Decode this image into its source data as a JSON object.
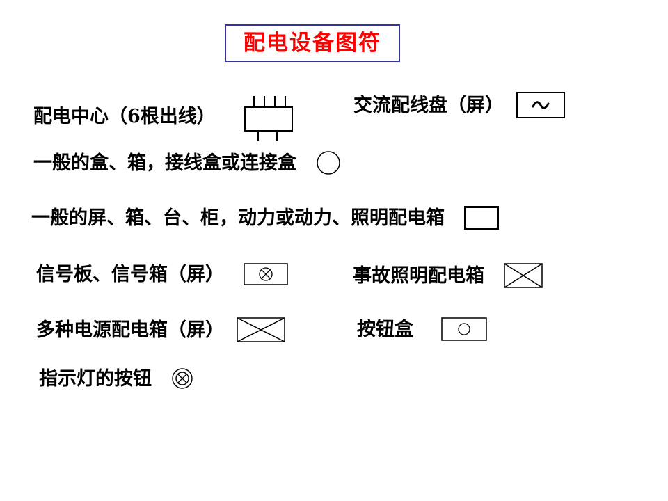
{
  "page": {
    "title": "配电设备图符",
    "title_color": "#ff0000",
    "title_border_color": "#333399",
    "background": "#ffffff",
    "line_color": "#000000"
  },
  "rows": [
    {
      "id": "row1",
      "label": "配电中心（6根出线）",
      "symbol": "rectangle-with-6-outgoing-lines",
      "symbol_name": "distribution-center-symbol"
    },
    {
      "id": "row1-right",
      "label": "交流配线盘（屏）",
      "symbol": "rectangle-with-tilde",
      "symbol_text": "~",
      "symbol_name": "ac-distribution-board-symbol"
    },
    {
      "id": "row2",
      "label": "一般的盒、箱，接线盒或连接盒",
      "symbol": "circle",
      "symbol_name": "general-box-symbol"
    },
    {
      "id": "row3",
      "label": "一般的屏、箱、台、柜，动力或动力、照明配电箱",
      "symbol": "empty-rectangle",
      "symbol_name": "general-panel-symbol"
    },
    {
      "id": "row4",
      "label": "信号板、信号箱（屏）",
      "symbol": "rectangle-with-circled-x",
      "symbol_name": "signal-board-symbol"
    },
    {
      "id": "row4-right",
      "label": "事故照明配电箱",
      "symbol": "rectangle-with-cross",
      "symbol_name": "emergency-lighting-panel-symbol"
    },
    {
      "id": "row5",
      "label": "多种电源配电箱（屏）",
      "symbol": "rectangle-with-cross",
      "symbol_name": "multi-source-panel-symbol"
    },
    {
      "id": "row5-right",
      "label": "按钮盒",
      "symbol": "rectangle-with-circle",
      "symbol_name": "button-box-symbol"
    },
    {
      "id": "row6",
      "label": "指示灯的按钮",
      "symbol": "circled-x",
      "symbol_name": "indicator-light-button-symbol"
    }
  ]
}
